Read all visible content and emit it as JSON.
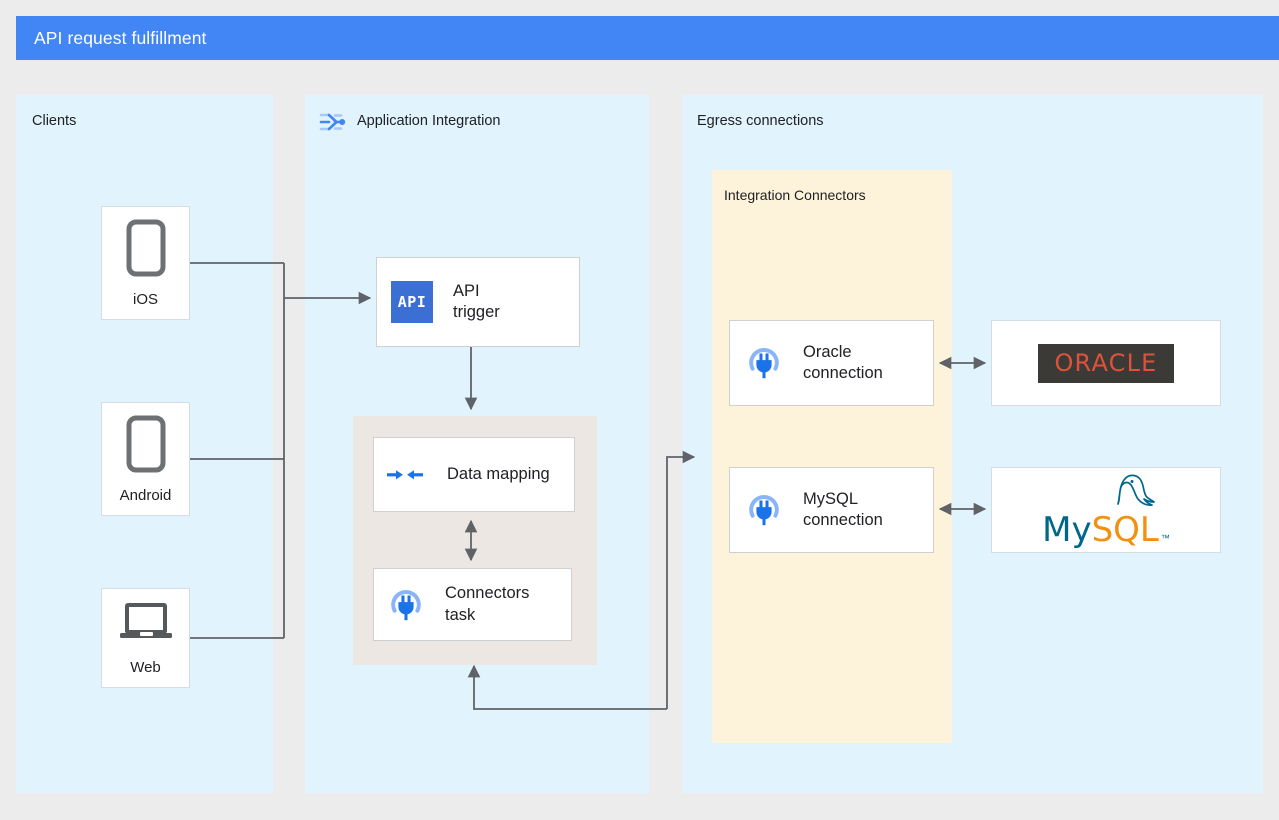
{
  "header": {
    "title": "API request fulfillment",
    "bar_color": "#4285f4"
  },
  "panels": {
    "clients": {
      "label": "Clients"
    },
    "application_integration": {
      "label": "Application Integration",
      "icon": "application-integration-icon"
    },
    "egress": {
      "label": "Egress connections"
    },
    "integration_connectors": {
      "label": "Integration Connectors",
      "color": "#fdf3da"
    }
  },
  "clients": [
    {
      "label": "iOS",
      "icon": "mobile-phone-icon"
    },
    {
      "label": "Android",
      "icon": "mobile-phone-icon"
    },
    {
      "label": "Web",
      "icon": "laptop-icon"
    }
  ],
  "integration_nodes": [
    {
      "label": "API\ntrigger",
      "icon": "api-badge-icon",
      "icon_text": "API"
    },
    {
      "label": "Data mapping",
      "icon": "data-mapping-icon"
    },
    {
      "label": "Connectors\ntask",
      "icon": "connector-plug-icon"
    }
  ],
  "connections": [
    {
      "label": "Oracle\nconnection",
      "icon": "connector-plug-icon"
    },
    {
      "label": "MySQL\nconnection",
      "icon": "connector-plug-icon"
    }
  ],
  "backends": [
    {
      "name": "oracle-logo",
      "text": "ORACLE",
      "bg": "#3c3a36",
      "fg": "#e0513a"
    },
    {
      "name": "mysql-logo",
      "text_primary": "My",
      "text_secondary": "SQL",
      "trademark": "™",
      "fg_primary": "#00678c",
      "fg_secondary": "#f29111"
    }
  ],
  "colors": {
    "page_bg": "#ececec",
    "panel_bg": "#e1f3fd",
    "grey_panel_bg": "#ece7e3",
    "connector_panel_bg": "#fdf3da",
    "line": "#5f6368",
    "accent_blue": "#1a73e8",
    "device_grey": "#6e7173"
  }
}
